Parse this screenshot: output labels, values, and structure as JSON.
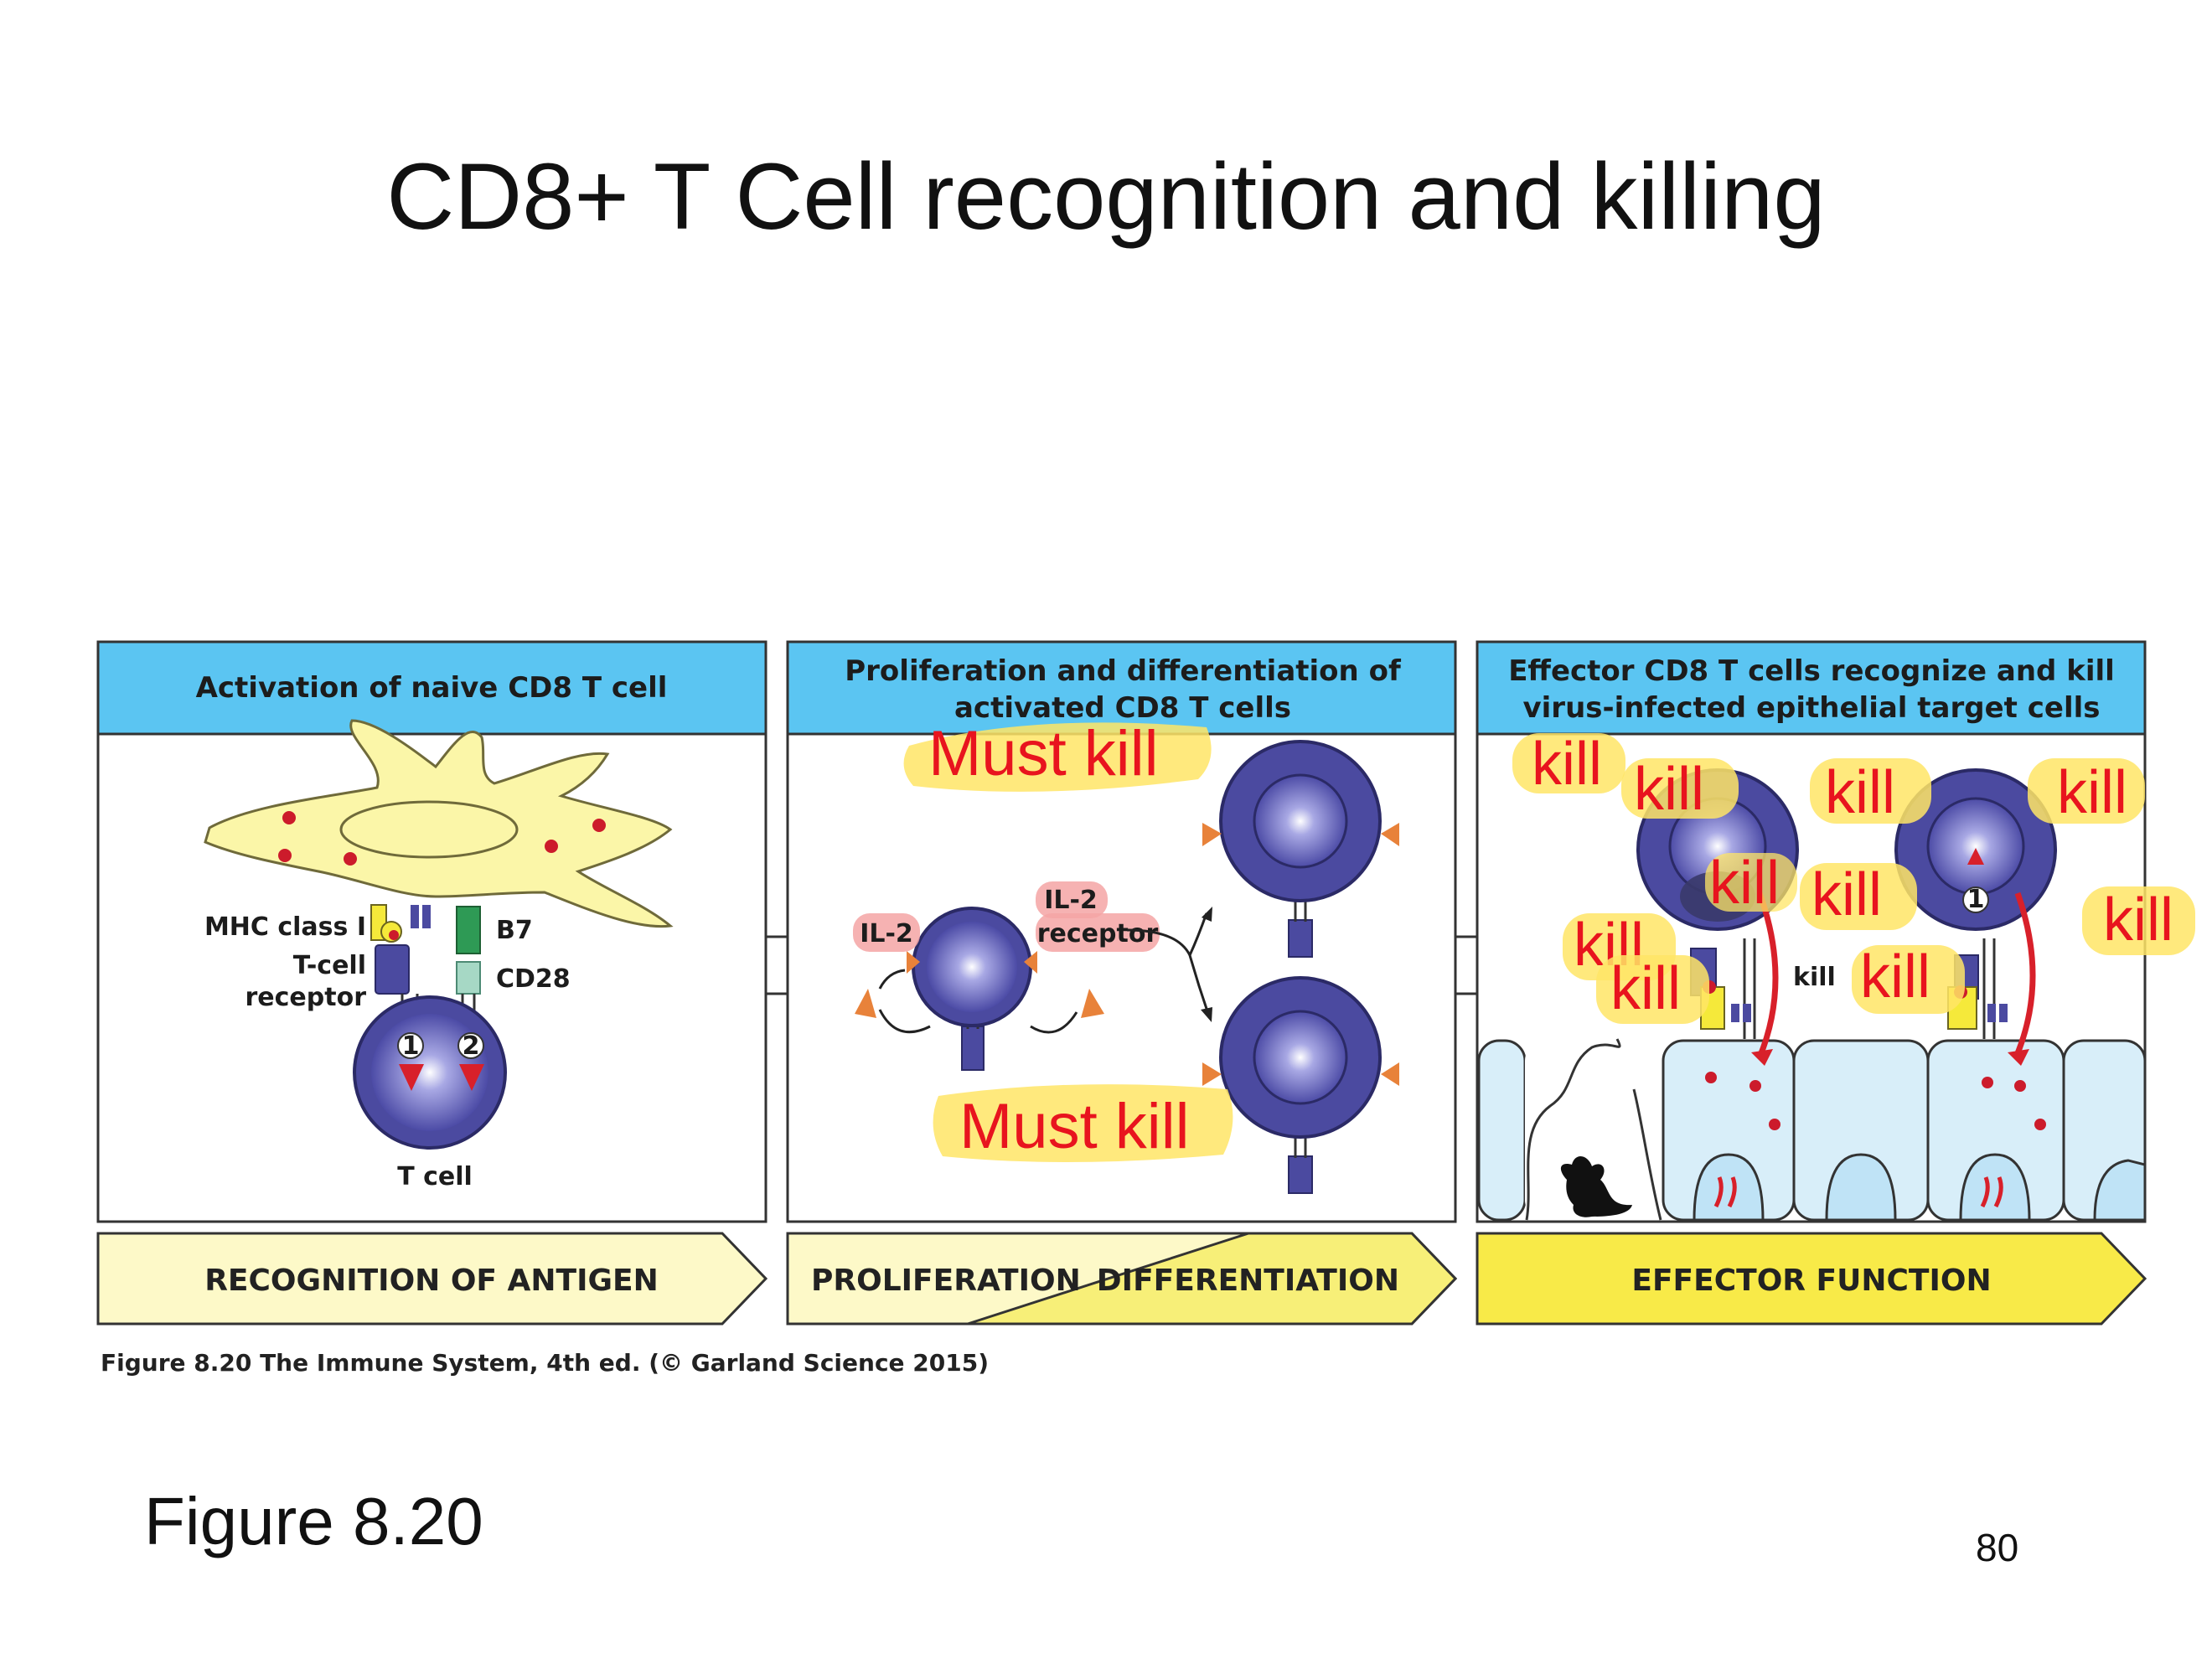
{
  "slide": {
    "title": "CD8+ T Cell recognition and killing",
    "figure_label": "Figure 8.20",
    "page_number": "80"
  },
  "colors": {
    "header_blue": "#5bc5f2",
    "cell_purple": "#4b4aa0",
    "dendritic_yellow": "#fbf6a8",
    "annotation_red": "#e8141e",
    "highlighter_yellow": "#ffe566",
    "il2_pink": "#f5a5a5",
    "epithelium_blue": "#d8eef9"
  },
  "panels": [
    {
      "header": "Activation of naive CD8 T cell"
    },
    {
      "header_line1": "Proliferation and differentiation of",
      "header_line2": "activated CD8 T cells"
    },
    {
      "header_line1": "Effector CD8 T cells recognize and kill",
      "header_line2": "virus-infected epithelial target cells"
    }
  ],
  "labels": {
    "mhc": "MHC class I",
    "tcr_line1": "T-cell",
    "tcr_line2": "receptor",
    "b7": "B7",
    "cd28": "CD28",
    "tcell": "T cell",
    "il2": "IL-2",
    "il2r_line1": "IL-2",
    "il2r_line2": "receptor",
    "kill": "kill",
    "step1": "1",
    "step2": "2"
  },
  "banners": {
    "recognition": "RECOGNITION OF ANTIGEN",
    "proliferation": "PROLIFERATION",
    "differentiation": "DIFFERENTIATION",
    "effector": "EFFECTOR FUNCTION"
  },
  "caption": "Figure 8.20 The Immune System, 4th ed. (© Garland Science 2015)",
  "annotations": {
    "must_kill": "Must kill",
    "kill": "kill"
  }
}
